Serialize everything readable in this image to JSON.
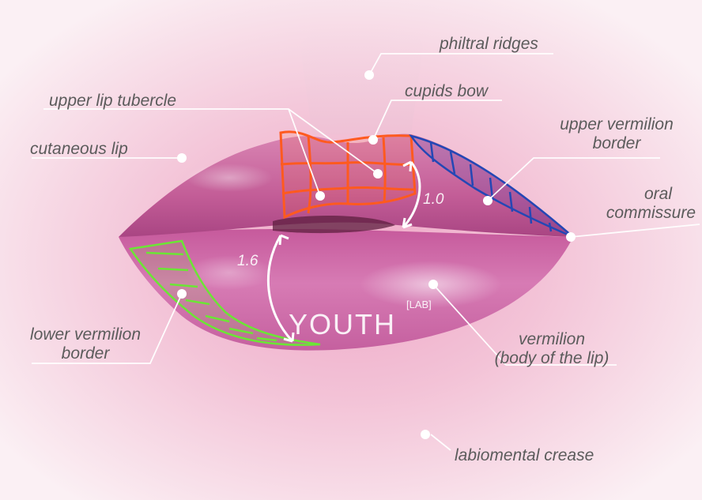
{
  "labels": {
    "philtral_ridges": "philtral ridges",
    "upper_lip_tubercle": "upper lip tubercle",
    "cupids_bow": "cupids bow",
    "cutaneous_lip": "cutaneous lip",
    "upper_vermilion_border": [
      "upper vermilion",
      "border"
    ],
    "oral_commissure": [
      "oral",
      "commissure"
    ],
    "lower_vermilion_border": [
      "lower vermilion",
      "border"
    ],
    "vermilion": [
      "vermilion",
      "(body of the lip)"
    ],
    "labiomental_crease": "labiomental crease"
  },
  "ratios": {
    "upper": "1.0",
    "lower": "1.6"
  },
  "watermark": {
    "main": "YOUTH",
    "sub": "[LAB]"
  },
  "colors": {
    "background": "#f7dfe9",
    "skin": "#f1b9d0",
    "upper_lip": "#c9619a",
    "lower_lip": "#d36fa8",
    "tubercle_grid": "#ff5a1f",
    "upper_border": "#2447b5",
    "lower_border": "#6be635",
    "leader": "#ffffff",
    "label_text": "#5b5b5b"
  }
}
